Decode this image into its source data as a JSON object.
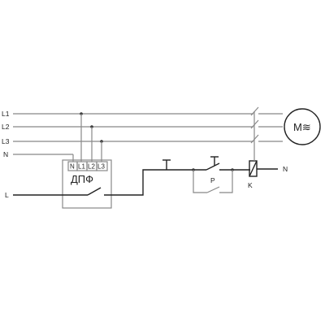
{
  "lines": {
    "l1": "L1",
    "l2": "L2",
    "l3": "L3",
    "n_left": "N",
    "l": "L",
    "n_right": "N"
  },
  "relay": {
    "name": "ДПФ",
    "terminals": [
      "N",
      "L1",
      "L2",
      "L3"
    ]
  },
  "contactor_label": "K",
  "aux_contact_label": "P",
  "motor_label": "M≋"
}
